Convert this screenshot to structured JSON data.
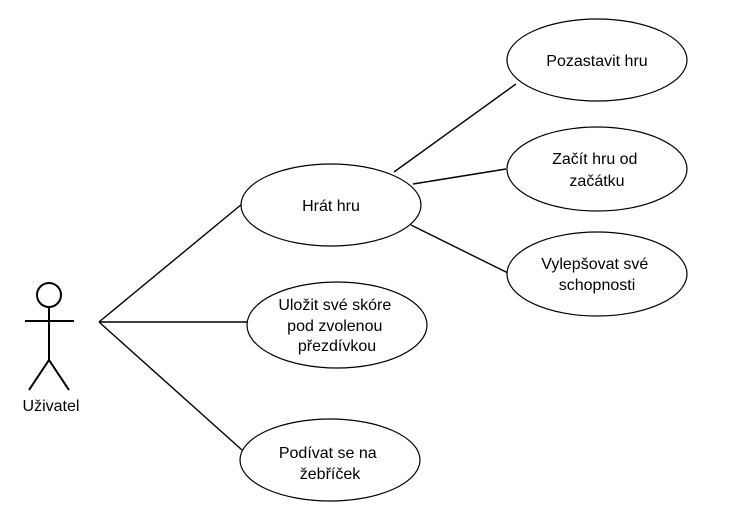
{
  "diagram": {
    "actor": {
      "label": "Uživatel"
    },
    "use_cases": [
      {
        "id": "play",
        "lines": [
          "Hrát hru"
        ]
      },
      {
        "id": "pause",
        "lines": [
          "Pozastavit hru"
        ]
      },
      {
        "id": "restart",
        "lines": [
          "Začít hru od",
          "začátku"
        ]
      },
      {
        "id": "upgrade",
        "lines": [
          "Vylepšovat své",
          "schopnosti"
        ]
      },
      {
        "id": "save",
        "lines": [
          "Uložit své skóre",
          "pod zvolenou",
          "přezdívkou"
        ]
      },
      {
        "id": "leaderboard",
        "lines": [
          "Podívat se na",
          "žebříček"
        ]
      }
    ],
    "associations": [
      {
        "from": "actor",
        "to": "play"
      },
      {
        "from": "actor",
        "to": "save"
      },
      {
        "from": "actor",
        "to": "leaderboard"
      },
      {
        "from": "play",
        "to": "pause"
      },
      {
        "from": "play",
        "to": "restart"
      },
      {
        "from": "play",
        "to": "upgrade"
      }
    ]
  }
}
